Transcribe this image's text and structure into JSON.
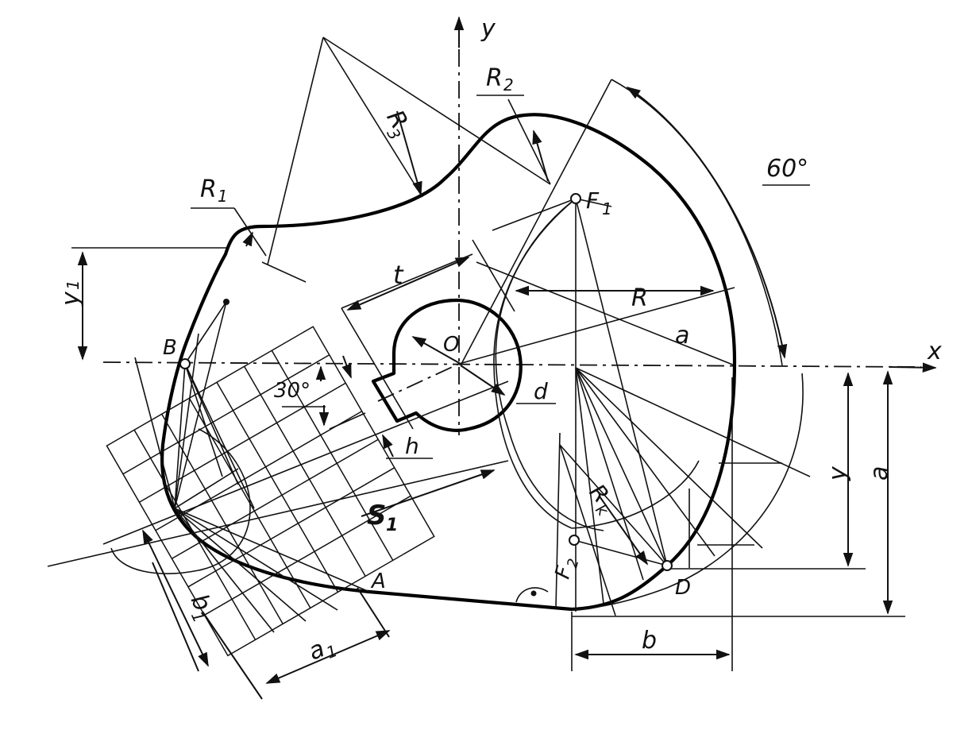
{
  "labels": {
    "y_axis": "y",
    "x_axis": "x",
    "center": "O",
    "r1": "R",
    "r1_sub": "1",
    "r2": "R",
    "r2_sub": "2",
    "r3": "R",
    "r3_sub": "3",
    "radius": "R",
    "rk": "R",
    "rk_sub": "k",
    "angle60": "60°",
    "angle30": "30°",
    "f1": "F",
    "f1_sub": "1",
    "f2": "F",
    "f2_sub": "2",
    "t": "t",
    "d": "d",
    "h": "h",
    "s1": "S",
    "s1_sub": "1",
    "a_slant": "a",
    "y1": "y",
    "y1_sub": "1",
    "b_point": "B",
    "a_point": "A",
    "d_point": "D",
    "y_dim": "y",
    "a_dim": "a",
    "b_dim": "b",
    "b1": "b",
    "b1_sub": "1",
    "a1": "a",
    "a1_sub": "1"
  }
}
